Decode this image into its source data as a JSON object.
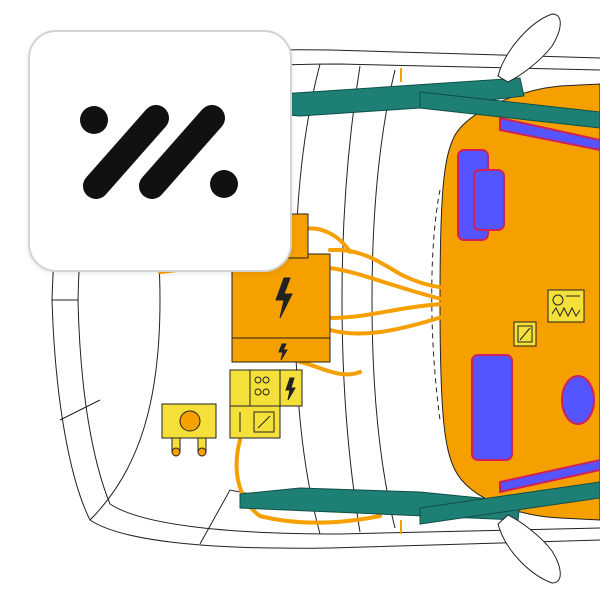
{
  "diagram": {
    "subject": "vehicle-top-view-electrical-layout",
    "components": [
      {
        "name": "power-distribution-box",
        "symbol": "lightning-bolt-icon",
        "color": "#F6A000"
      },
      {
        "name": "relay-fuse-block",
        "symbol": "lightning-bolt-icon",
        "color": "#F5E03A"
      },
      {
        "name": "fuse-relay-module",
        "symbol": "fuse-icon",
        "color": "#F5E03A"
      },
      {
        "name": "battery",
        "symbol": "battery-icon",
        "color": "#F5E03A"
      },
      {
        "name": "dashboard-control-unit",
        "symbol": "fuse-icon",
        "color": "#F5E03A"
      },
      {
        "name": "heater-resistor",
        "symbol": "resistor-icon",
        "color": "#F5E03A"
      }
    ]
  },
  "app_badge": {
    "icon": "percent-logo-icon"
  },
  "colors": {
    "harness": "#F6A000",
    "interior": "#F6A000",
    "pillars": "#1E7F74",
    "seat_panels": "#5555FF",
    "panel_outline": "#D0205A",
    "outline": "#222222",
    "component_yellow": "#F5E03A"
  }
}
